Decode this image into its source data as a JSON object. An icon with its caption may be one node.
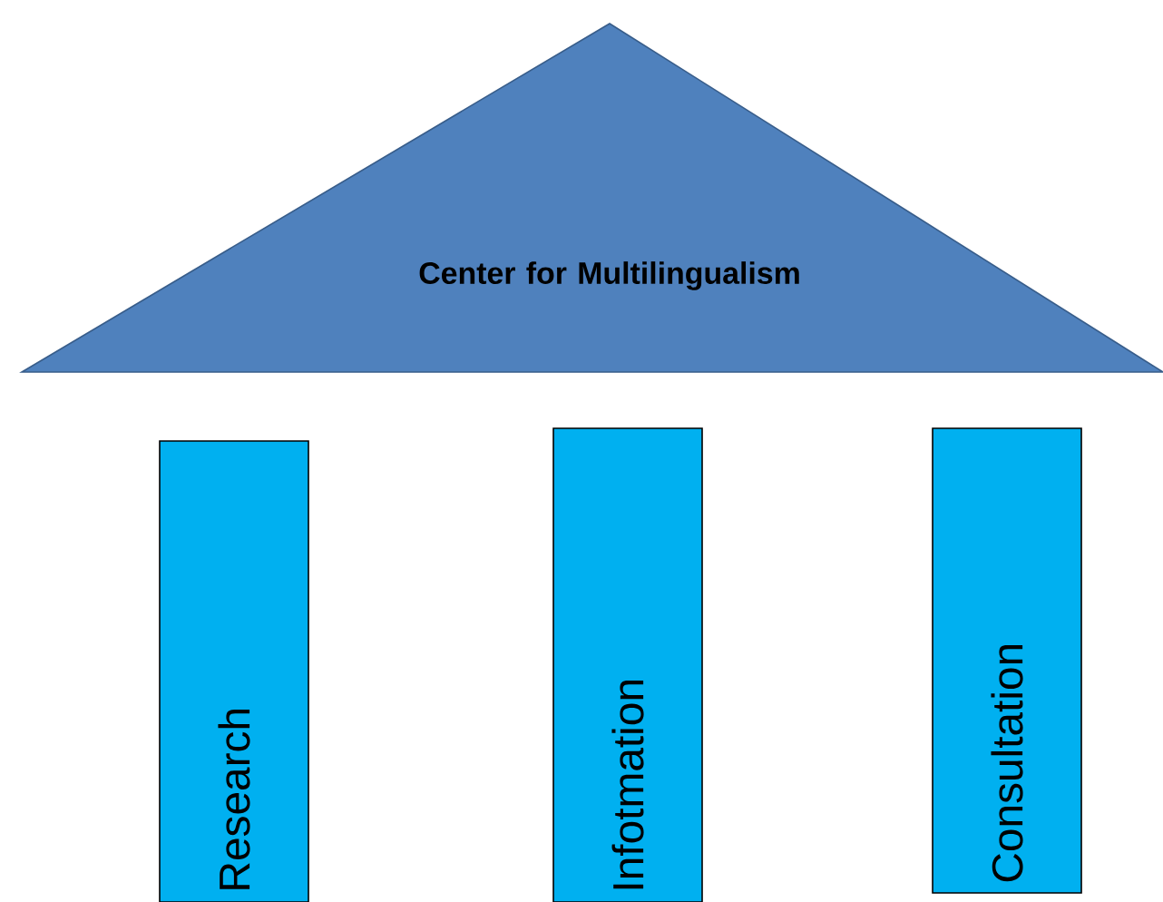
{
  "diagram": {
    "nodes": [
      {
        "text": [
          "Center for Multilingualism"
        ]
      },
      {
        "text": [
          "Research"
        ]
      },
      {
        "text": [
          "Infotmation"
        ]
      },
      {
        "text": [
          "Consultation"
        ]
      }
    ]
  }
}
